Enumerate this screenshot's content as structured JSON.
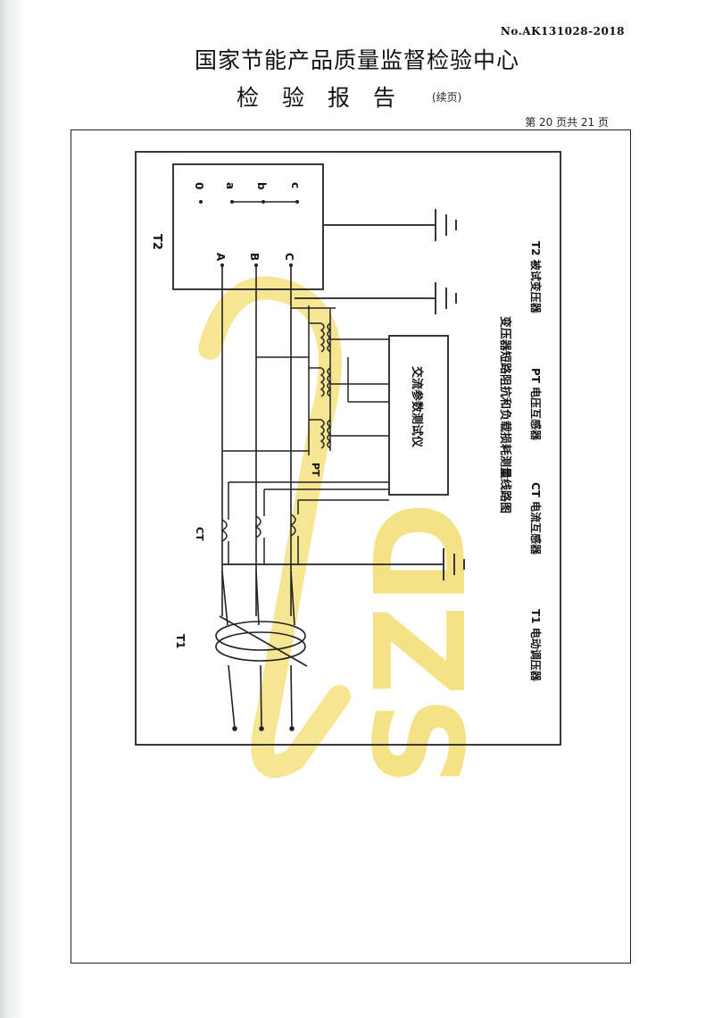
{
  "header": {
    "report_no": "No.AK131028-2018",
    "org_title": "国家节能产品质量监督检验中心",
    "report_title": "检验报告",
    "continued": "(续页)",
    "page_info": "第 20 页共 21 页"
  },
  "diagram": {
    "t2_label": "T2",
    "t1_label": "T1",
    "ct_label": "CT",
    "pt_label": "PT",
    "secondary_terminals": [
      "0",
      "a",
      "b",
      "c"
    ],
    "primary_terminals": [
      "A",
      "B",
      "C"
    ],
    "instrument_label": "交流参数测试仪",
    "title": "变压器短路阻抗和负载损耗测量线路图",
    "legend_t2": "T2  被试变压器",
    "legend_pt": "PT  电压互感器",
    "legend_ct": "CT  电流互感器",
    "legend_t1": "T1  电动调压器"
  },
  "watermark": {
    "text": "SZD",
    "color": "#f5e07a"
  }
}
